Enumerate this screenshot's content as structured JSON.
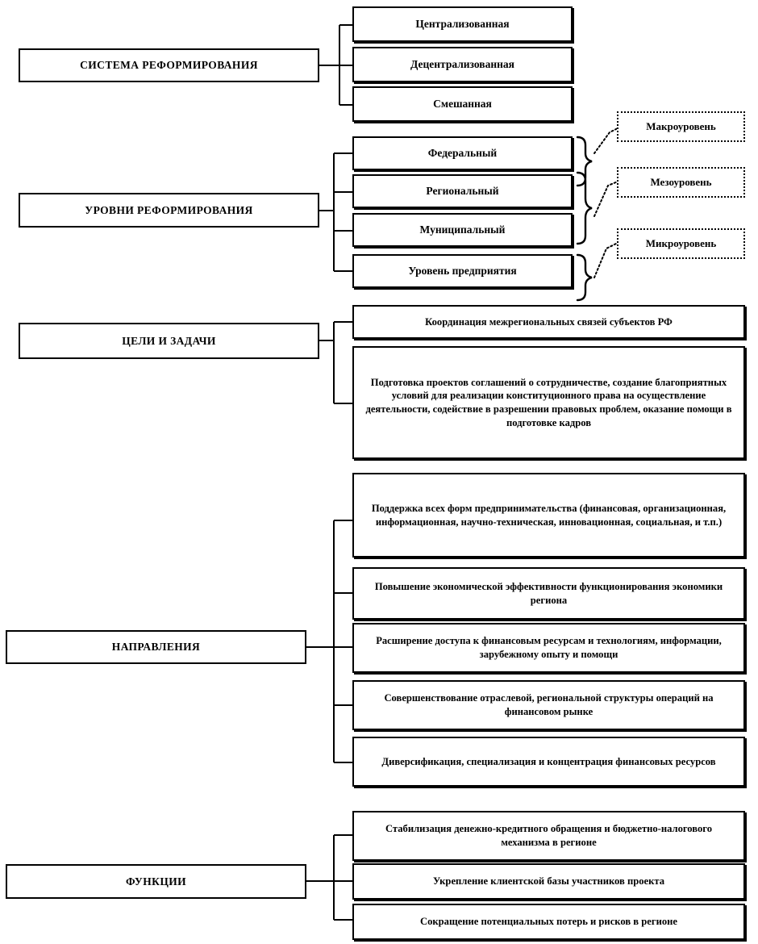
{
  "diagram": {
    "title_language": "ru",
    "sections": [
      {
        "id": "system",
        "category": "СИСТЕМА РЕФОРМИРОВАНИЯ",
        "items": [
          "Централизованная",
          "Децентрализованная",
          "Смешанная"
        ]
      },
      {
        "id": "levels",
        "category": "УРОВНИ РЕФОРМИРОВАНИЯ",
        "items": [
          "Федеральный",
          "Региональный",
          "Муниципальный",
          "Уровень предприятия"
        ],
        "annotations": [
          "Макроуровень",
          "Мезоуровень",
          "Микроуровень"
        ]
      },
      {
        "id": "goals",
        "category": "ЦЕЛИ И ЗАДАЧИ",
        "items": [
          "Координация межрегиональных связей субъектов РФ",
          "Подготовка проектов соглашений о сотрудничестве, создание благоприятных условий для реализации конституционного права на осуществление деятельности, содействие в разрешении правовых проблем, оказание помощи в подготовке кадров"
        ]
      },
      {
        "id": "directions",
        "category": "НАПРАВЛЕНИЯ",
        "items": [
          "Поддержка всех форм предпринимательства (финансовая, организационная, информационная, научно-техническая, инновационная, социальная, и т.п.)",
          "Повышение экономической эффективности функционирования экономики региона",
          "Расширение доступа к финансовым ресурсам и технологиям, информации, зарубежному опыту и помощи",
          "Совершенствование отраслевой, региональной структуры операций на финансовом рынке",
          "Диверсификация, специализация и концентрация финансовых ресурсов"
        ]
      },
      {
        "id": "functions",
        "category": "ФУНКЦИИ",
        "items": [
          "Стабилизация денежно-кредитного обращения и бюджетно-налогового механизма в регионе",
          "Укрепление клиентской базы участников проекта",
          "Сокращение потенциальных потерь и рисков в регионе"
        ]
      }
    ],
    "colors": {
      "line": "#000000",
      "background": "#ffffff",
      "text": "#000000"
    }
  }
}
